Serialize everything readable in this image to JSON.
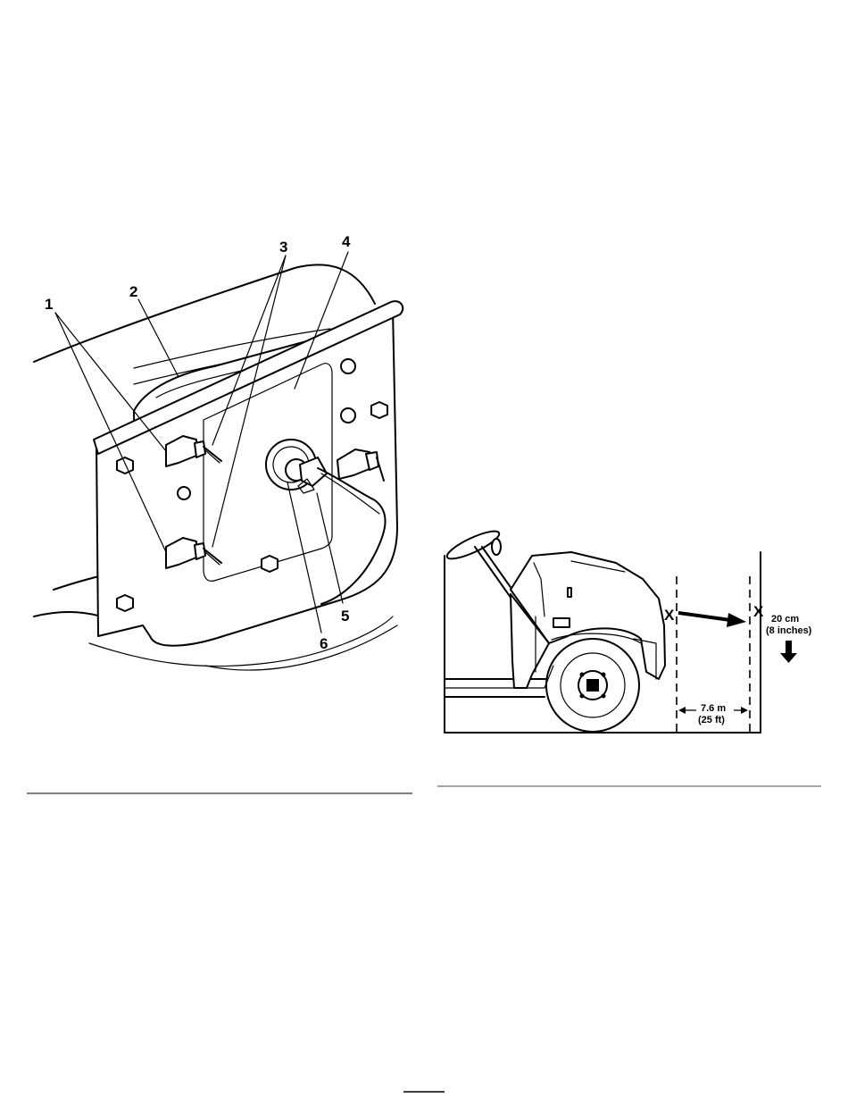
{
  "left_figure": {
    "callouts": [
      "1",
      "2",
      "3",
      "4",
      "5",
      "6"
    ]
  },
  "right_figure": {
    "marker_left": "X",
    "marker_right": "X",
    "drop_value": "20 cm",
    "drop_imperial": "(8 inches)",
    "distance_value": "7.6 m",
    "distance_imperial": "(25 ft)"
  }
}
